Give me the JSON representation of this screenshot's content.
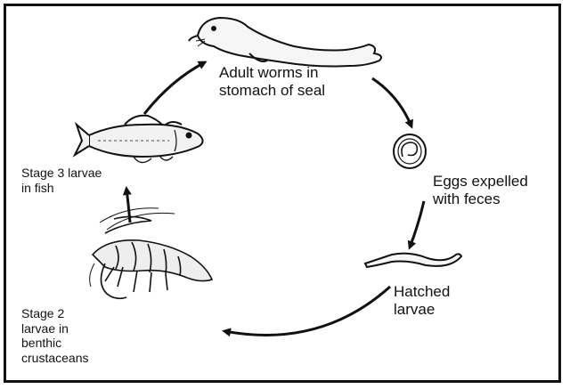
{
  "stages": {
    "adult": "Adult worms in\nstomach of seal",
    "eggs": "Eggs expelled\nwith feces",
    "hatched": "Hatched\nlarvae",
    "stage2": "Stage 2\nlarvae in\nbenthic\ncrustaceans",
    "stage3": "Stage 3 larvae\nin fish"
  },
  "icons": [
    "seal-icon",
    "egg-icon",
    "larva-icon",
    "crustacean-icon",
    "fish-icon"
  ],
  "colors": {
    "ink": "#111111",
    "background": "#ffffff"
  }
}
